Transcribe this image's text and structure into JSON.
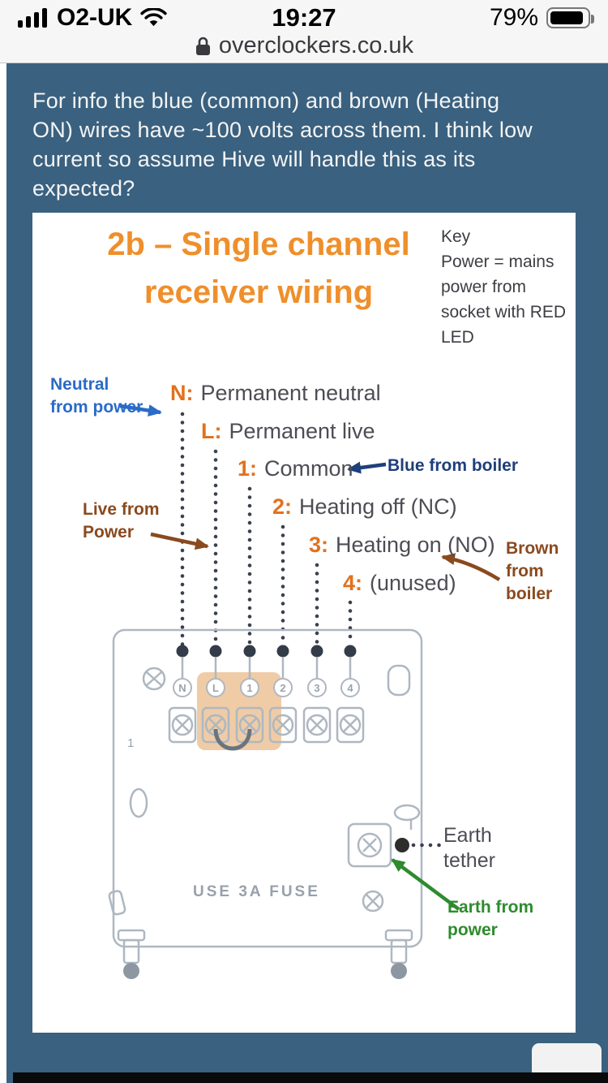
{
  "status_bar": {
    "carrier": "O2-UK",
    "time": "19:27",
    "battery_percent": "79%"
  },
  "url_bar": {
    "domain": "overclockers.co.uk"
  },
  "post": {
    "text": "For info the blue (common) and brown (Heating ON) wires have ~100 volts across them. I think low current so assume Hive will handle this as its expected?"
  },
  "diagram": {
    "title_line1": "2b – Single channel",
    "title_line2": "receiver wiring",
    "key": {
      "heading": "Key",
      "body": "Power = mains power from socket with RED LED"
    },
    "rows": [
      {
        "prefix": "N:",
        "text": "Permanent neutral"
      },
      {
        "prefix": "L:",
        "text": "Permanent live"
      },
      {
        "prefix": "1:",
        "text": "Common"
      },
      {
        "prefix": "2:",
        "text": "Heating off (NC)"
      },
      {
        "prefix": "3:",
        "text": "Heating on (NO)"
      },
      {
        "prefix": "4:",
        "text": "(unused)"
      }
    ],
    "side_labels": {
      "neutral_from_power": "Neutral from power",
      "live_from_power": "Live from Power",
      "blue_from_boiler": "Blue from boiler",
      "brown_from_boiler": "Brown from boiler",
      "earth_tether": "Earth tether",
      "earth_from_power": "Earth from power"
    },
    "terminals": [
      "N",
      "L",
      "1",
      "2",
      "3",
      "4"
    ],
    "fuse_label": "USE  3A  FUSE",
    "plate_number": "1",
    "colors": {
      "title_orange": "#EF8F2B",
      "terminal_prefix_orange": "#E2711D",
      "neutral_blue": "#2A6BC8",
      "boiler_navy": "#1E3F7A",
      "brown": "#8A4A1E",
      "earth_green": "#2E8B2E",
      "plate_gray": "#AEB7C1",
      "post_background": "#3A617F"
    }
  }
}
